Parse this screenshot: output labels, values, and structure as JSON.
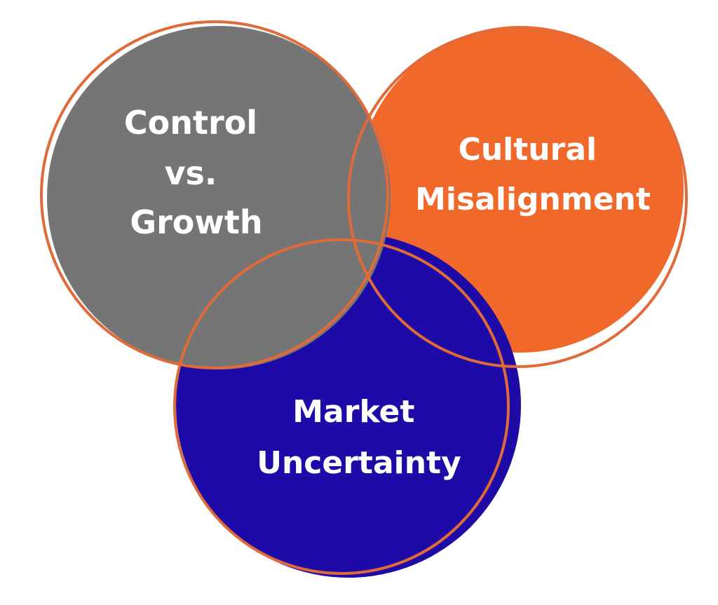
{
  "diagram": {
    "circles": [
      {
        "id": "control",
        "label_lines": [
          "Control",
          "vs.",
          "Growth"
        ],
        "fill": "#757575"
      },
      {
        "id": "cultural",
        "label_lines": [
          "Cultural",
          "Misalignment"
        ],
        "fill": "#F0682A"
      },
      {
        "id": "market",
        "label_lines": [
          "Market",
          "Uncertainty"
        ],
        "fill": "#1E0AA6"
      }
    ],
    "outline_color": "#E06A38",
    "background": "#ffffff"
  }
}
